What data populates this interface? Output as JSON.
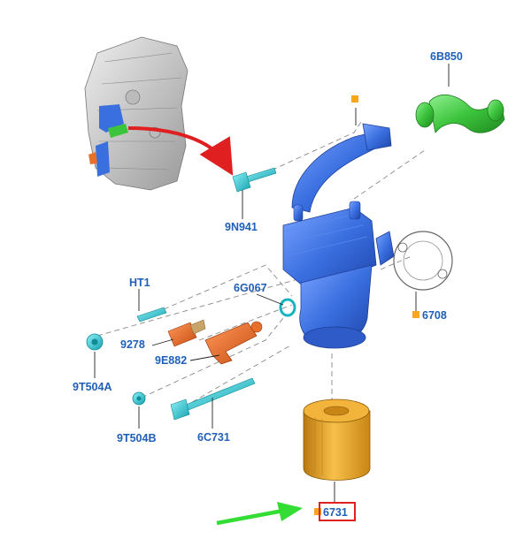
{
  "colors": {
    "label": "#1f5fb8",
    "blue_part": "#3a6fe0",
    "green_part": "#3cc43c",
    "orange_part": "#e8702a",
    "filter_yellow": "#e6a21c",
    "teal_fastener": "#22c6d2",
    "highlight_box": "#e02020",
    "pointer_arrow_red": "#e02020",
    "pointer_arrow_green": "#33dd33",
    "marker_square": "#f5a623"
  },
  "labels": {
    "hose": "6B850",
    "bolt_top": "9N941",
    "sensor_pin": "HT1",
    "oring": "6G067",
    "gasket": "6708",
    "sensor": "9278",
    "connector": "9E882",
    "washer_a": "9T504A",
    "washer_b": "9T504B",
    "bolt_long": "6C731",
    "filter": "6731"
  }
}
